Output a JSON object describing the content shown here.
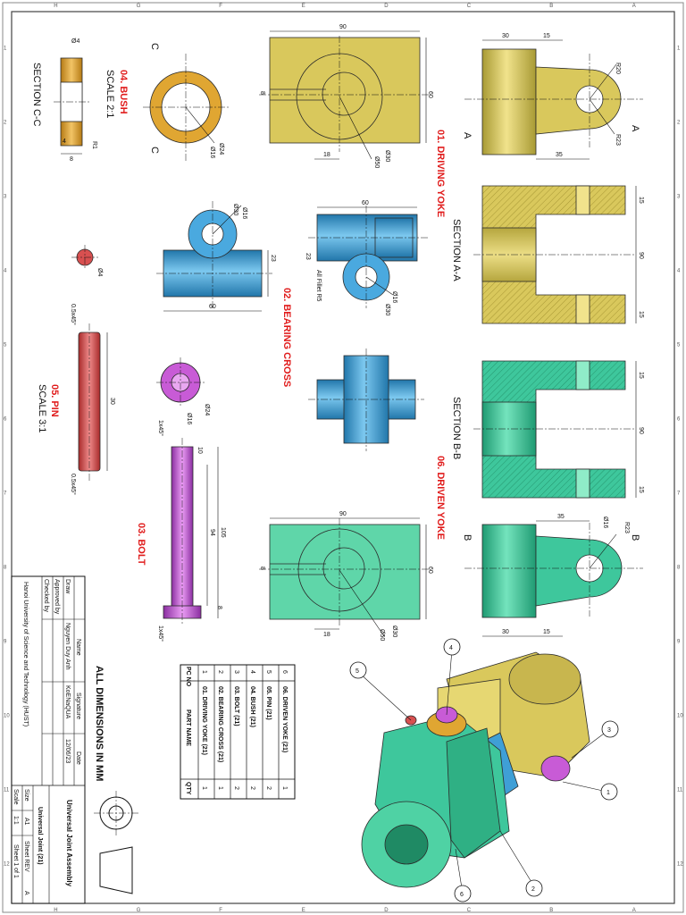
{
  "sheet": {
    "zone_letters": [
      "A",
      "B",
      "C",
      "D",
      "E",
      "F",
      "G",
      "H"
    ],
    "zone_numbers": [
      "1",
      "2",
      "3",
      "4",
      "5",
      "6",
      "7",
      "8",
      "9",
      "10",
      "11",
      "12"
    ]
  },
  "labels": {
    "driving_yoke": "01. DRIVING YOKE",
    "section_aa": "SECTION A-A",
    "section_bb": "SECTION B-B",
    "driven_yoke": "06. DRIVEN YOKE",
    "bearing_cross": "02. BEARING CROSS",
    "bush": "04. BUSH",
    "bush_scale": "SCALE 2:1",
    "section_cc": "SECTION C-C",
    "pin": "05. PIN",
    "pin_scale": "SCALE 3:1",
    "bolt": "03. BOLT",
    "all_dims": "ALL DIMENSIONS IN MM",
    "cut_a": "A",
    "cut_b": "B",
    "cut_c": "C"
  },
  "dims": {
    "dy_30": "30",
    "dy_15": "15",
    "dy_r20": "R20",
    "dy_35": "35",
    "dy_r23": "R23",
    "dyp_90": "90",
    "dyp_60": "60",
    "dyp_8": "8",
    "dyp_18": "18",
    "dyp_d50": "Ø50",
    "dyp_d30": "Ø30",
    "saa_15a": "15",
    "saa_90": "90",
    "saa_15b": "15",
    "sbb_15a": "15",
    "sbb_90": "90",
    "sbb_15b": "15",
    "dvy_35": "35",
    "dvy_d16": "Ø16",
    "dvy_r23": "R23",
    "dvy_30": "30",
    "dvy_15": "15",
    "dvp_90": "90",
    "dvp_60": "60",
    "dvp_8": "8",
    "dvp_18": "18",
    "dvp_d50": "Ø50",
    "dvp_d30": "Ø30",
    "bc_60a": "60",
    "bc_23a": "23",
    "bc_fillet": "All Fillet R5",
    "bc_d16a": "Ø16",
    "bc_d30a": "Ø30",
    "bc_60b": "60",
    "bc_23b": "23",
    "bc_d30b": "Ø30",
    "bc_d16b": "Ø16",
    "bush_d4": "Ø4",
    "bush_4": "4",
    "bush_8": "8",
    "bush_r1": "R1",
    "bush_d16": "Ø16",
    "bush_d24": "Ø24",
    "bush_sd16": "Ø16",
    "bush_sd24": "Ø24",
    "pin_d4": "Ø4",
    "pin_ch1": "0.5x45°",
    "pin_30": "30",
    "pin_ch2": "0.5x45°",
    "bolt_ch1": "1x45°",
    "bolt_10": "10",
    "bolt_105": "105",
    "bolt_94": "94",
    "bolt_8": "8",
    "bolt_ch2": "1x45°"
  },
  "balloons": [
    "1",
    "2",
    "3",
    "4",
    "5",
    "6"
  ],
  "bom": {
    "header": {
      "pc": "PC NO",
      "name": "PART NAME",
      "qty": "QTY"
    },
    "rows": [
      {
        "pc": "6",
        "name": "06. DRIVEN YOKE (21)",
        "qty": "1"
      },
      {
        "pc": "5",
        "name": "05. PIN (21)",
        "qty": "2"
      },
      {
        "pc": "4",
        "name": "04. BUSH (21)",
        "qty": "2"
      },
      {
        "pc": "3",
        "name": "03. BOLT (21)",
        "qty": "2"
      },
      {
        "pc": "2",
        "name": "02. BEARING CROSS (21)",
        "qty": "1"
      },
      {
        "pc": "1",
        "name": "01. DRIVING YOKE (21)",
        "qty": "1"
      }
    ]
  },
  "title_block": {
    "col_name": "Name",
    "col_signature": "Signature",
    "col_date": "Date",
    "draw_label": "Draw",
    "draw_name": "Nguyen Duy Anh",
    "draw_signature": "KoENaQUA",
    "draw_date": "12/06/23",
    "approved_label": "Approved by",
    "checked_label": "Checked by",
    "university": "Hanoi University of Science and Technology (HUST)",
    "title": "Universal Joint Assembly",
    "subtitle": "Universal Joint (21)",
    "size_label": "Size",
    "size_value": "A1",
    "sheet_rev_label": "Sheet REV",
    "sheet_rev_value": "A",
    "scale_label": "Scale",
    "scale_value": "1:1",
    "sheet_of": "Sheet 1 of 1"
  },
  "colors": {
    "driving_yoke": "#d9c85c",
    "bearing_cross": "#3f9fd6",
    "bush": "#e0a632",
    "pin": "#d85050",
    "bolt": "#c85bd6",
    "driven_yoke": "#3ec79c",
    "driven_plate": "#5fd6a9",
    "frame": "#8a8a8a"
  }
}
